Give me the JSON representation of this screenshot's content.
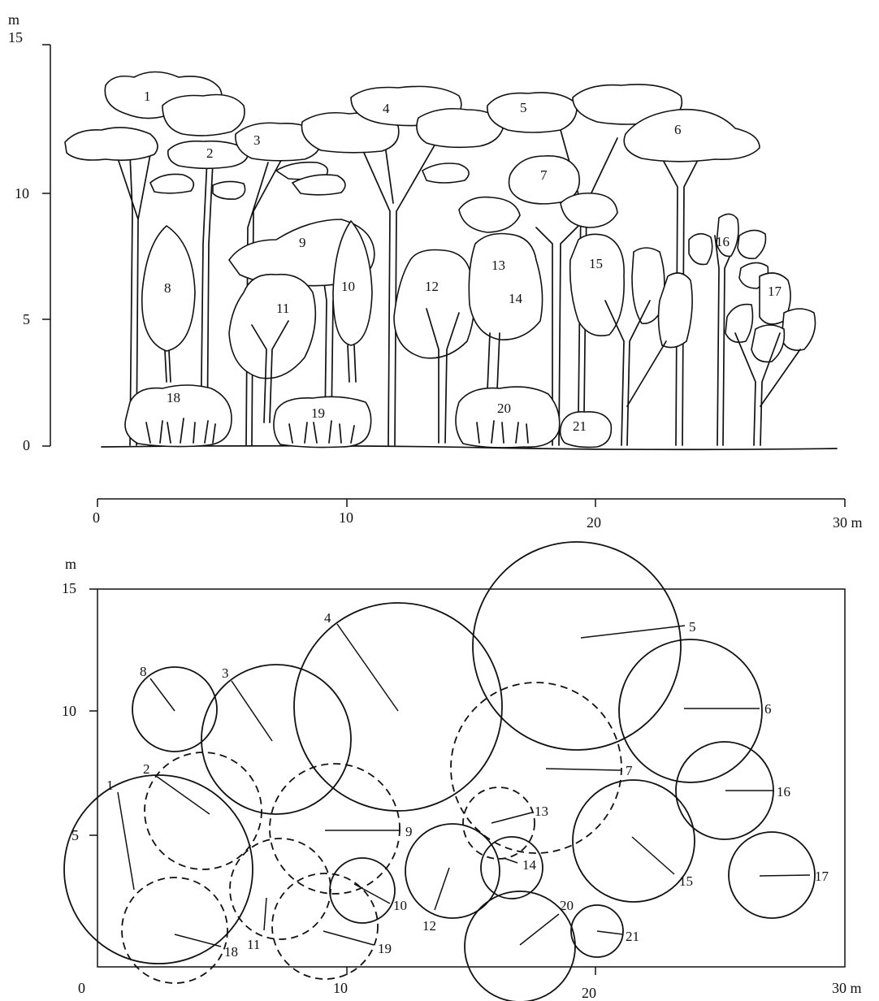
{
  "profile": {
    "y_unit": "m",
    "y_ticks": [
      "0",
      "5",
      "10",
      "15"
    ],
    "x_ticks": [
      "0",
      "10",
      "20",
      "30 m"
    ],
    "tree_labels": [
      "1",
      "2",
      "3",
      "4",
      "5",
      "6",
      "7",
      "8",
      "9",
      "10",
      "11",
      "12",
      "13",
      "14",
      "15",
      "16",
      "17",
      "18",
      "19",
      "20",
      "21"
    ]
  },
  "plan": {
    "y_unit": "m",
    "y_ticks": [
      "0",
      "5",
      "10",
      "15"
    ],
    "x_ticks": [
      "10",
      "20",
      "30 m"
    ],
    "crowns": [
      {
        "label": "1",
        "style": "solid"
      },
      {
        "label": "2",
        "style": "dashed"
      },
      {
        "label": "3",
        "style": "solid"
      },
      {
        "label": "4",
        "style": "solid"
      },
      {
        "label": "5",
        "style": "solid"
      },
      {
        "label": "6",
        "style": "solid"
      },
      {
        "label": "7",
        "style": "dashed"
      },
      {
        "label": "8",
        "style": "solid"
      },
      {
        "label": "9",
        "style": "dashed"
      },
      {
        "label": "10",
        "style": "solid"
      },
      {
        "label": "11",
        "style": "dashed"
      },
      {
        "label": "12",
        "style": "solid"
      },
      {
        "label": "13",
        "style": "dashed"
      },
      {
        "label": "14",
        "style": "solid"
      },
      {
        "label": "15",
        "style": "solid"
      },
      {
        "label": "16",
        "style": "solid"
      },
      {
        "label": "17",
        "style": "solid"
      },
      {
        "label": "18",
        "style": "dashed"
      },
      {
        "label": "19",
        "style": "dashed"
      },
      {
        "label": "20",
        "style": "solid"
      },
      {
        "label": "21",
        "style": "solid"
      }
    ]
  }
}
